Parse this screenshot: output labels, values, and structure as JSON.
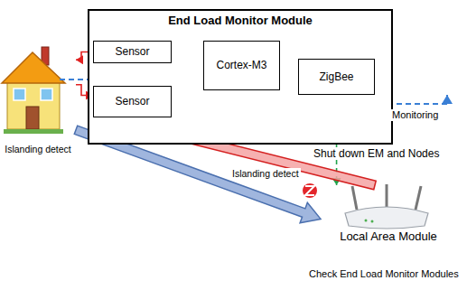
{
  "diagram": {
    "nodes": [
      {
        "text": [
          "Islanding detect"
        ]
      },
      {
        "text": [
          "End Load Monitor Module"
        ]
      },
      {
        "text": [
          "Sensor"
        ],
        "in": 1
      },
      {
        "text": [
          "Cortex-M3"
        ],
        "in": 1
      },
      {
        "text": [
          "ZigBee"
        ],
        "in": 1
      },
      {
        "text": [
          "Sensor"
        ],
        "in": 1
      },
      {
        "text": [
          "Local Area Module"
        ]
      }
    ],
    "edges": [
      {
        "from": 2,
        "to": 0,
        "arrow": "to"
      },
      {
        "from": 0,
        "to": 5,
        "arrow": "to"
      },
      {
        "from": 5,
        "to": 3,
        "arrow": "to"
      },
      {
        "from": 3,
        "to": 2,
        "arrow": "to"
      },
      {
        "from": 3,
        "to": 4,
        "arrow": "to"
      },
      {
        "from": 4,
        "to": 6,
        "label": "Shut down EM and Nodes",
        "arrow": "to"
      },
      {
        "from": 0,
        "to": 6,
        "arrow": "to"
      },
      {
        "from": 6,
        "to": 5,
        "label": "Islanding detect",
        "arrow": "to"
      }
    ],
    "labels": [
      "Monitoring",
      "Check End Load Monitor Modules"
    ]
  }
}
